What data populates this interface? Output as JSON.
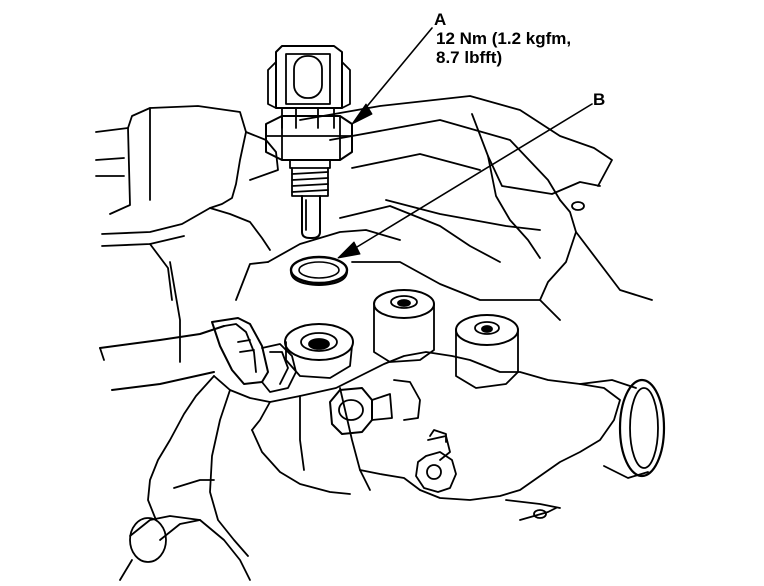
{
  "callouts": {
    "a": {
      "letter": "A",
      "spec_line1": "12 Nm (1.2 kgfm,",
      "spec_line2": "8.7 lbfft)"
    },
    "b": {
      "letter": "B"
    }
  },
  "colors": {
    "ink": "#000000",
    "paper": "#ffffff"
  }
}
